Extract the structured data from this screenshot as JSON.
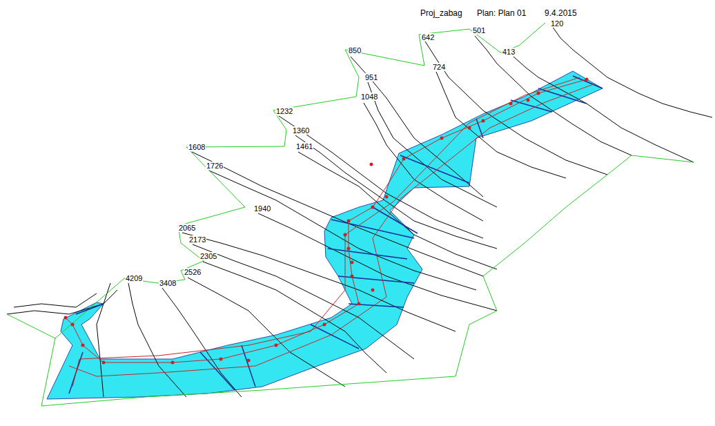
{
  "diagram": {
    "title": "Proj_zabag",
    "labels": [
      "Plan: Plan 01",
      "9.4.2015",
      "120",
      "501",
      "642",
      "413",
      "850",
      "724",
      "951",
      "1048",
      "1232",
      "1360",
      "1461",
      "1608",
      "1726",
      "1940",
      "2065",
      "2173",
      "2305",
      "2526",
      "4209",
      "3408"
    ]
  }
}
